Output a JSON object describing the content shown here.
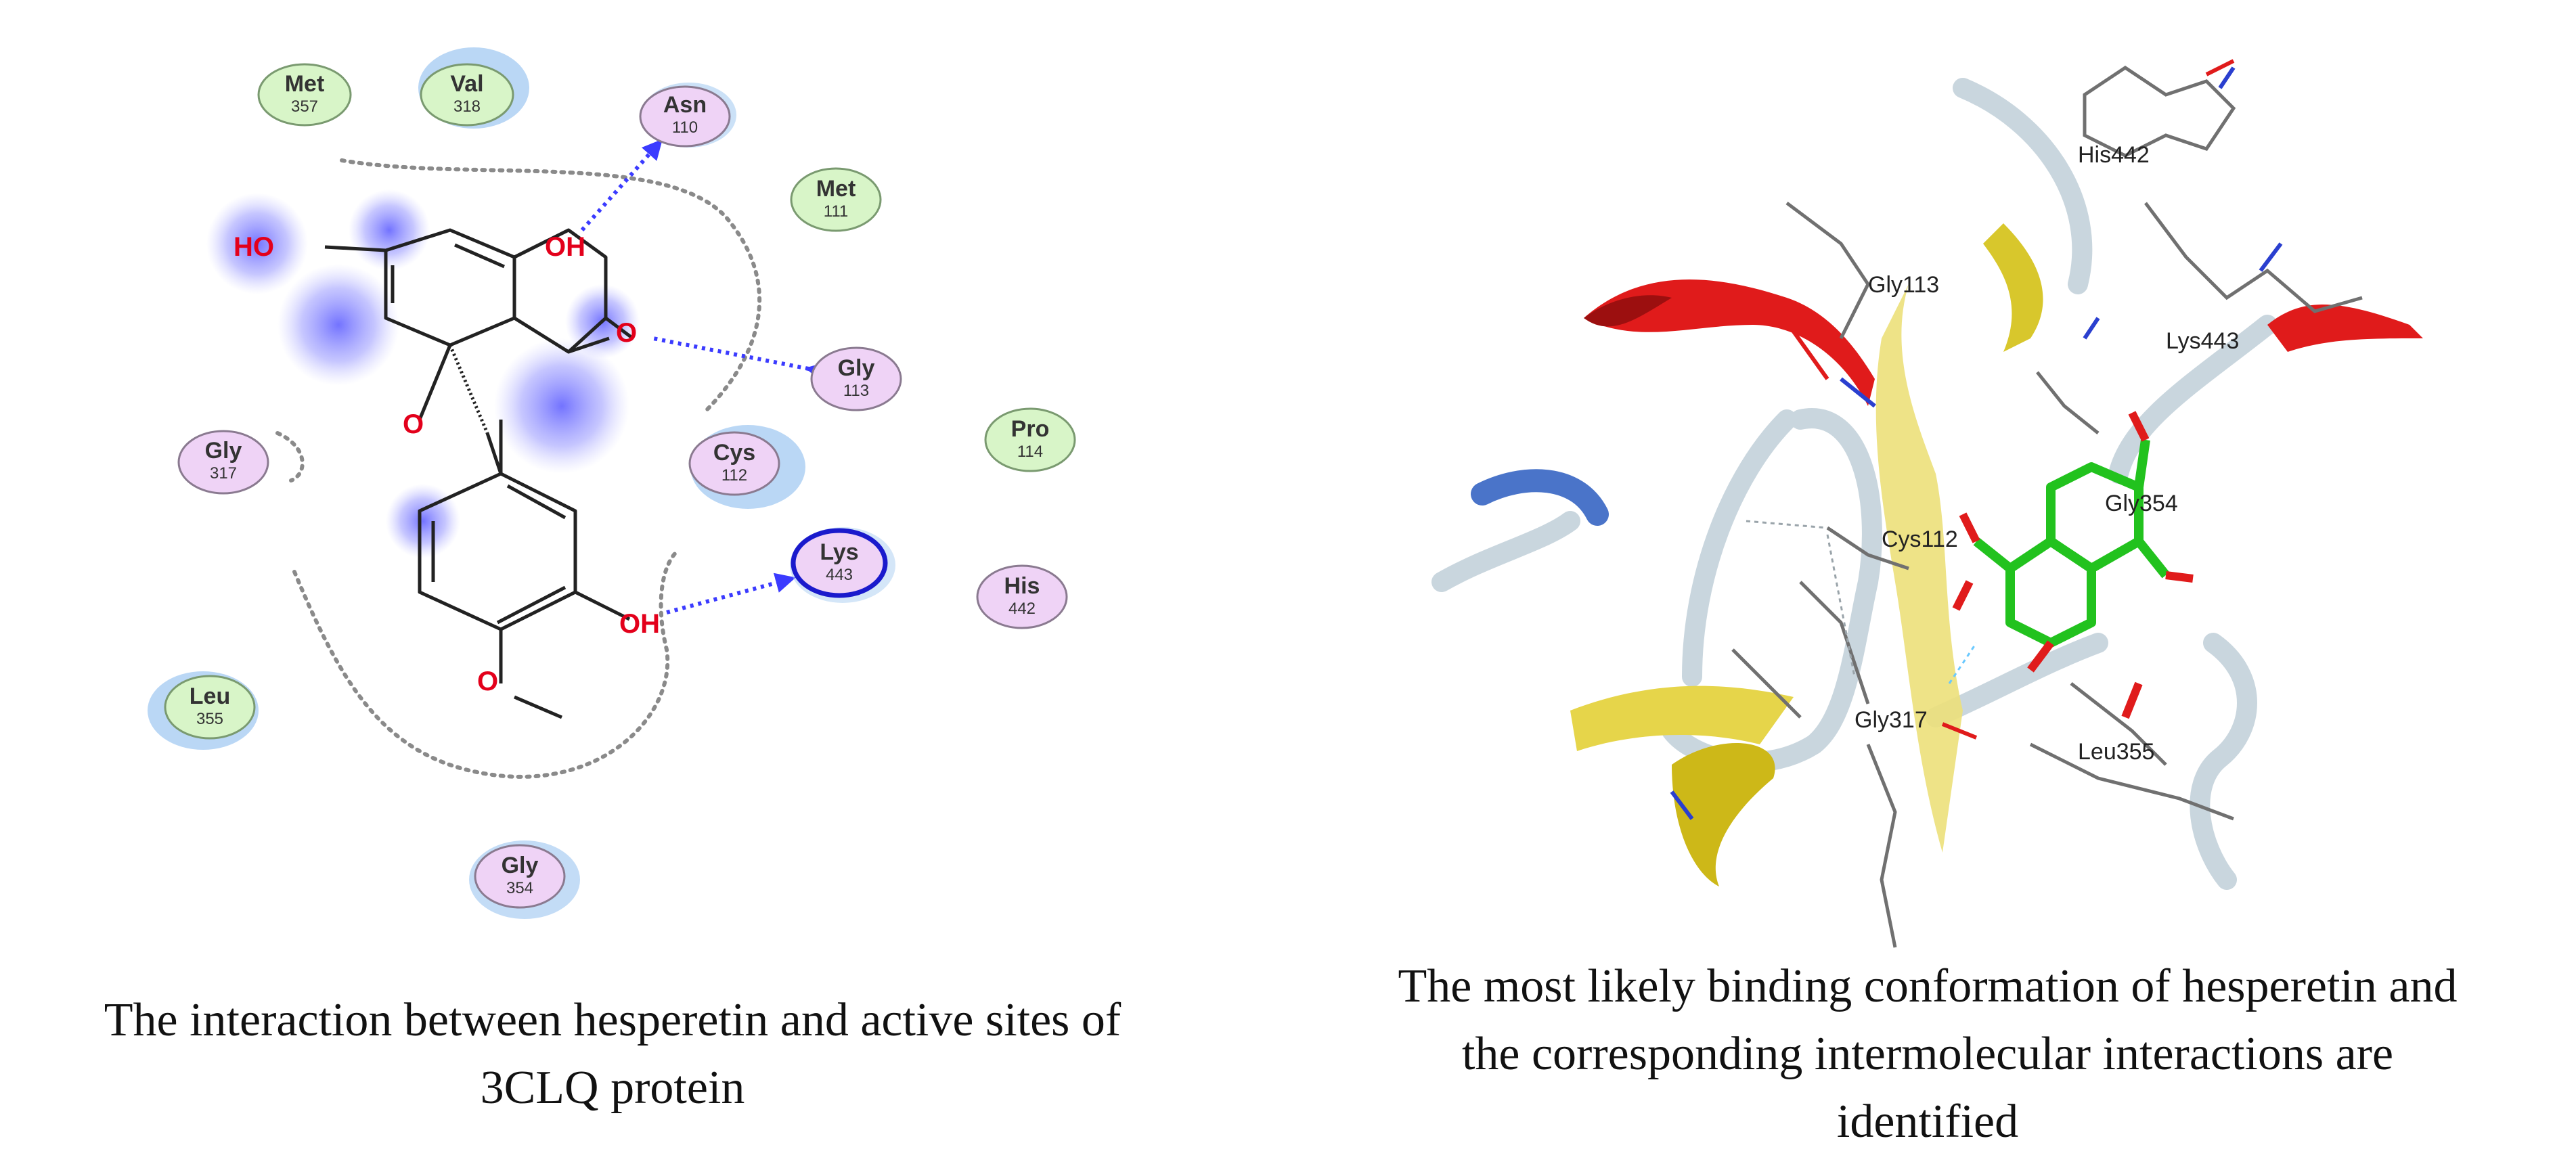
{
  "interaction_diagram": {
    "residues": [
      {
        "name": "Met",
        "number": "357",
        "type": "hydrophobic"
      },
      {
        "name": "Val",
        "number": "318",
        "type": "hydrophobic"
      },
      {
        "name": "Asn",
        "number": "110",
        "type": "polar"
      },
      {
        "name": "Met",
        "number": "111",
        "type": "hydrophobic"
      },
      {
        "name": "Gly",
        "number": "113",
        "type": "polar"
      },
      {
        "name": "Gly",
        "number": "317",
        "type": "polar"
      },
      {
        "name": "Cys",
        "number": "112",
        "type": "polar"
      },
      {
        "name": "Pro",
        "number": "114",
        "type": "hydrophobic"
      },
      {
        "name": "Lys",
        "number": "443",
        "type": "basic"
      },
      {
        "name": "His",
        "number": "442",
        "type": "polar"
      },
      {
        "name": "Leu",
        "number": "355",
        "type": "hydrophobic"
      },
      {
        "name": "Gly",
        "number": "354",
        "type": "polar"
      }
    ],
    "atom_labels": [
      "HO",
      "OH",
      "O",
      "O",
      "OH",
      "O"
    ],
    "colors": {
      "hydrophobic": "#d8f5c8",
      "polar": "#efd3f6",
      "basic_ring": "#1a1acc",
      "hbond": "#3b3bff",
      "atom": "#e3001b",
      "solvent": "#a9cdf2"
    }
  },
  "structure_view": {
    "labels": [
      "His442",
      "Gly113",
      "Lys443",
      "Gly354",
      "Cys112",
      "Gly317",
      "Leu355"
    ],
    "colors": {
      "helix": "#e01b1b",
      "sheet": "#e6d54a",
      "coil": "#c9d6de",
      "ligand": "#22c21e",
      "stick": "#707070"
    }
  },
  "captions": {
    "left": [
      "The interaction between hesperetin and active sites of",
      "3CLQ protein"
    ],
    "right": [
      "The most likely binding conformation of hesperetin and",
      "the corresponding intermolecular interactions are",
      "identified"
    ]
  }
}
